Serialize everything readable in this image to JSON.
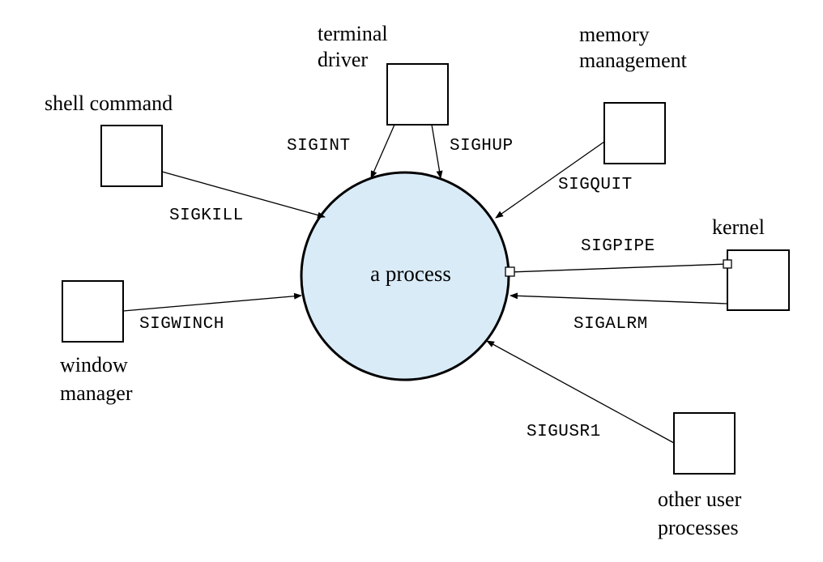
{
  "center": {
    "label": "a process",
    "fill": "#d9ebf7"
  },
  "sources": {
    "terminal_driver": [
      "terminal",
      "driver"
    ],
    "memory_management": [
      "memory",
      "management"
    ],
    "shell_command": [
      "shell command"
    ],
    "kernel": [
      "kernel"
    ],
    "window_manager": [
      "window",
      "manager"
    ],
    "other_user_processes": [
      "other user",
      "processes"
    ]
  },
  "signals": {
    "sigint": "SIGINT",
    "sighup": "SIGHUP",
    "sigquit": "SIGQUIT",
    "sigkill": "SIGKILL",
    "sigpipe": "SIGPIPE",
    "sigalrm": "SIGALRM",
    "sigwinch": "SIGWINCH",
    "sigusr1": "SIGUSR1"
  }
}
